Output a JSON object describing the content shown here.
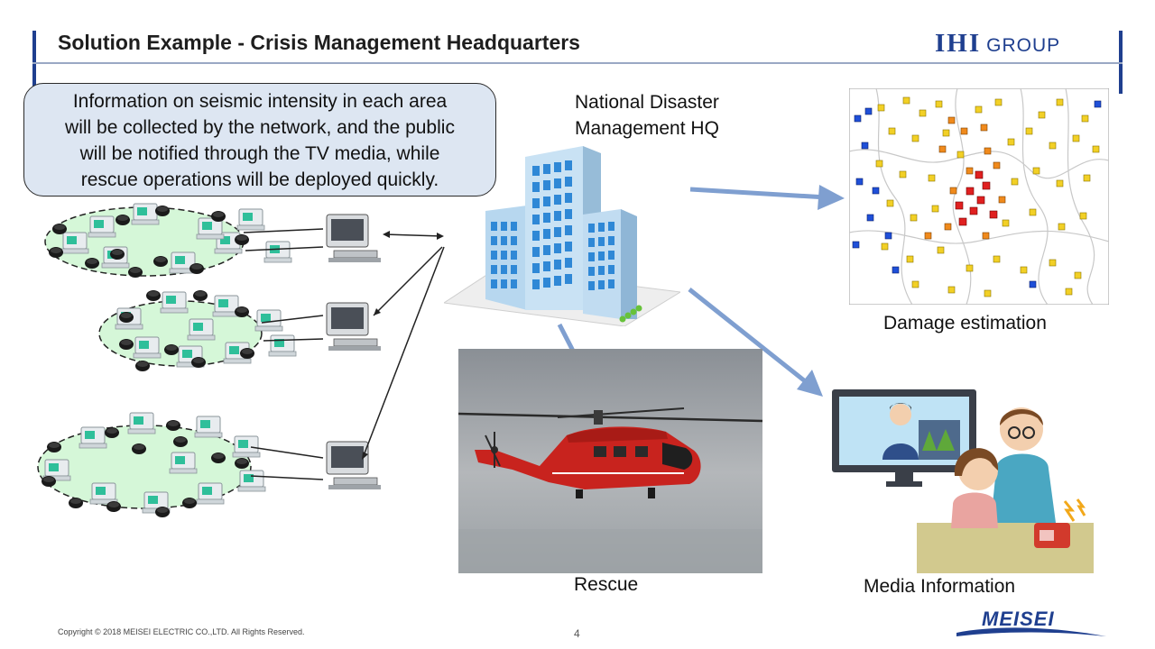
{
  "slide": {
    "title": "Solution Example - Crisis Management Headquarters",
    "page_number": "4",
    "copyright": "Copyright © 2018 MEISEI ELECTRIC CO.,LTD. All Rights Reserved."
  },
  "logos": {
    "ihi_main": "IHI",
    "ihi_group": "GROUP",
    "meisei": "MEISEI"
  },
  "callout": {
    "lines": [
      "Information on seismic intensity in each area",
      "will be collected by the network, and the public",
      "will be notified through the TV media, while",
      "rescue operations will be deployed quickly."
    ]
  },
  "labels": {
    "hq_line1": "National Disaster",
    "hq_line2": "Management HQ",
    "damage": "Damage estimation",
    "rescue": "Rescue",
    "media": "Media Information"
  },
  "colors": {
    "accent": "#1f3f8f",
    "arrow": "#7f9fd0",
    "callout_bg": "#dde6f2",
    "rescue_red": "#c8231e"
  }
}
